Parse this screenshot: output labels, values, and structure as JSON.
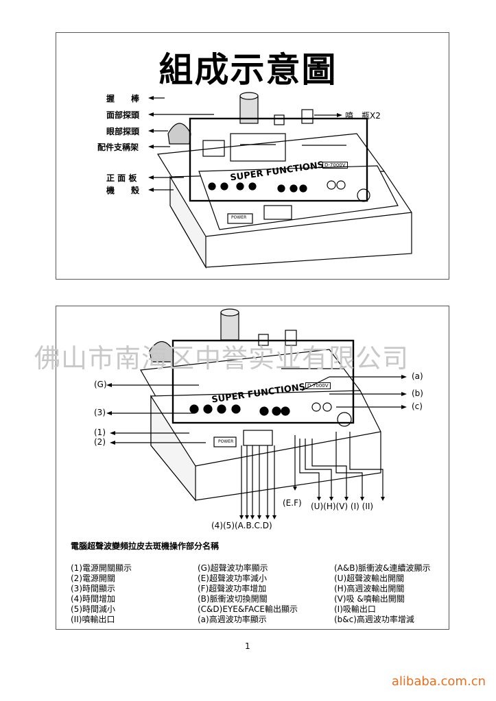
{
  "title": "組成示意圖",
  "top_labels": {
    "handle": "握　　棒",
    "face_probe": "面部探頭",
    "eye_probe": "眼部探頭",
    "holder": "配件支稱架",
    "front_panel": "正 面 板",
    "casing": "機　　殼",
    "spray_bottle": "噴　瓶X2"
  },
  "device_text": {
    "brand": "SUPER FUNCTIONS",
    "model": "D-7000V",
    "power": "POWER"
  },
  "bottom_left_labels": [
    "(G)",
    "(3)",
    "(1)",
    "(2)"
  ],
  "bottom_right_labels": [
    "(a)",
    "(b)",
    "(c)"
  ],
  "bottom_callouts_1": "(E.F)",
  "bottom_callouts_2": "(U)(H)(V) (I) (II)",
  "bottom_callouts_3": "(4)(5)(A.B.C.D)",
  "watermark": "佛山市南海区中誉实业有限公司",
  "legend_title": "電腦超聲波變頻拉皮去斑機操作部分名稱",
  "legend": {
    "col1": [
      "(1)電源開關顯示",
      "(2)電源開關",
      "(3)時間顯示",
      "(4)時間增加",
      "(5)時間減小",
      "(II)噴輸出口"
    ],
    "col2": [
      "(G)超聲波功率顯示",
      "(E)超聲波功率減小",
      "(F)超聲波功率增加",
      "(B)脈衝波切換開關",
      "(C&D)EYE&FACE輸出顯示",
      "(a)高週波功率顯示"
    ],
    "col3": [
      "(A&B)脈衝波&連續波顯示",
      "(U)超聲波輸出開關",
      "(H)高週波輸出開關",
      "(V)吸 &噴輸出開關",
      "(I)吸輸出口",
      "(b&c)高週波功率增減"
    ]
  },
  "page_number": "1",
  "site": "alibaba.com.cn"
}
